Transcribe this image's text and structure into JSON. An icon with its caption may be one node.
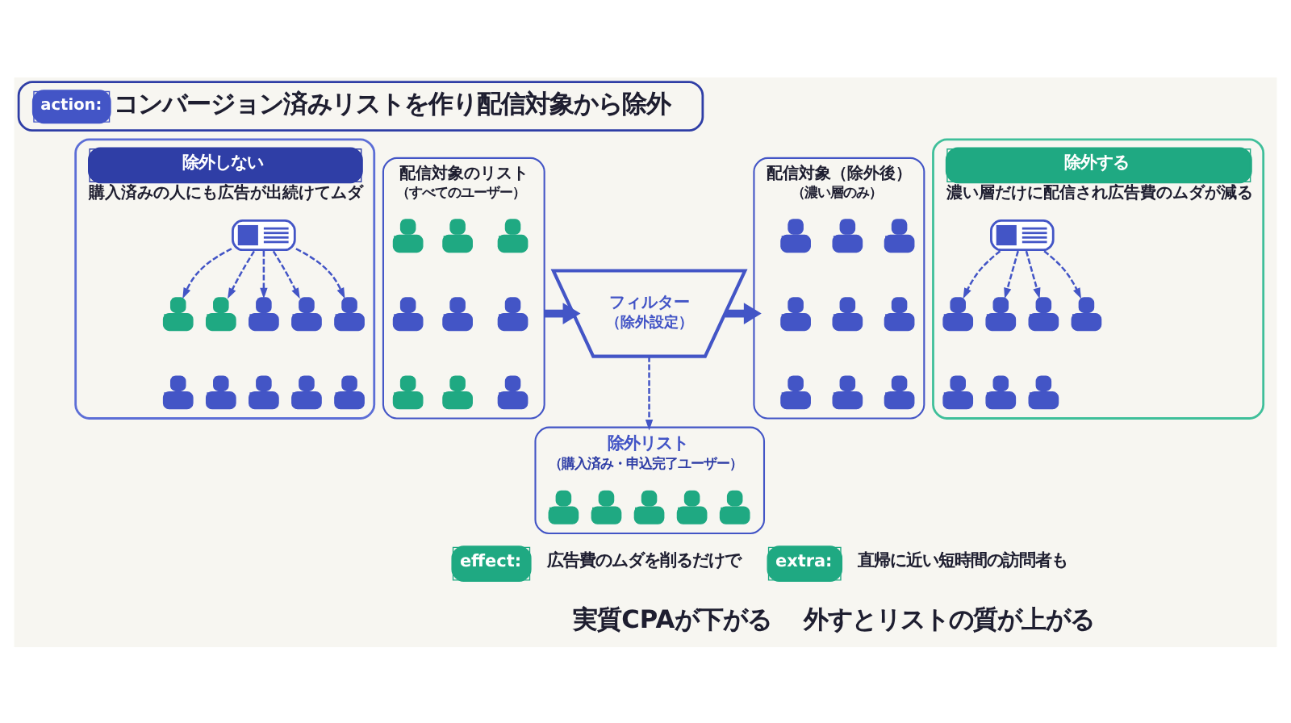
{
  "diagram": {
    "nodes": [
      {
        "text": [
          "action:",
          "コンバージョン済みリストを作り配信対象から除外"
        ]
      },
      {
        "text": [
          "除外しない",
          "購入済みの人にも広告が出続けてムダ"
        ]
      },
      {
        "text": [],
        "shape": "picture",
        "in": 1
      },
      {
        "text": [],
        "shape": "person",
        "in": 1
      },
      {
        "text": [],
        "shape": "person",
        "in": 1
      },
      {
        "text": [],
        "shape": "person",
        "in": 1
      },
      {
        "text": [],
        "shape": "person",
        "in": 1
      },
      {
        "text": [],
        "shape": "person",
        "in": 1
      },
      {
        "text": [],
        "shape": "person",
        "in": 1
      },
      {
        "text": [],
        "shape": "person",
        "in": 1
      },
      {
        "text": [],
        "shape": "person",
        "in": 1
      },
      {
        "text": [],
        "shape": "person",
        "in": 1
      },
      {
        "text": [],
        "shape": "person",
        "in": 1
      },
      {
        "text": [
          "配信対象のリスト",
          "（すべてのユーザー）"
        ]
      },
      {
        "text": [],
        "shape": "person",
        "in": 13
      },
      {
        "text": [],
        "shape": "person",
        "in": 13
      },
      {
        "text": [],
        "shape": "person",
        "in": 13
      },
      {
        "text": [],
        "shape": "person",
        "in": 13
      },
      {
        "text": [],
        "shape": "person",
        "in": 13
      },
      {
        "text": [],
        "shape": "person",
        "in": 13
      },
      {
        "text": [],
        "shape": "person",
        "in": 13
      },
      {
        "text": [],
        "shape": "person",
        "in": 13
      },
      {
        "text": [],
        "shape": "person",
        "in": 13
      },
      {
        "text": [
          "フィルター",
          "（除外設定）"
        ]
      },
      {
        "text": [
          "配信対象（除外後）",
          "（濃い層のみ）"
        ]
      },
      {
        "text": [],
        "shape": "person",
        "in": 24
      },
      {
        "text": [],
        "shape": "person",
        "in": 24
      },
      {
        "text": [],
        "shape": "person",
        "in": 24
      },
      {
        "text": [],
        "shape": "person",
        "in": 24
      },
      {
        "text": [],
        "shape": "person",
        "in": 24
      },
      {
        "text": [],
        "shape": "person",
        "in": 24
      },
      {
        "text": [],
        "shape": "person",
        "in": 24
      },
      {
        "text": [],
        "shape": "person",
        "in": 24
      },
      {
        "text": [],
        "shape": "person",
        "in": 24
      },
      {
        "text": [
          "除外リスト",
          "（購入済み・申込完了ユーザー）"
        ]
      },
      {
        "text": [],
        "shape": "person",
        "in": 34
      },
      {
        "text": [],
        "shape": "person",
        "in": 34
      },
      {
        "text": [],
        "shape": "person",
        "in": 34
      },
      {
        "text": [],
        "shape": "person",
        "in": 34
      },
      {
        "text": [],
        "shape": "person",
        "in": 34
      },
      {
        "text": [
          "除外する",
          "濃い層だけに配信され広告費のムダが減る"
        ]
      },
      {
        "text": [],
        "shape": "picture",
        "in": 40
      },
      {
        "text": [],
        "shape": "person",
        "in": 40
      },
      {
        "text": [],
        "shape": "person",
        "in": 40
      },
      {
        "text": [],
        "shape": "person",
        "in": 40
      },
      {
        "text": [],
        "shape": "person",
        "in": 40
      },
      {
        "text": [],
        "shape": "person",
        "in": 40
      },
      {
        "text": [],
        "shape": "person",
        "in": 40
      },
      {
        "text": [],
        "shape": "person",
        "in": 40
      },
      {
        "text": [
          "effect:"
        ]
      },
      {
        "text": [
          "extra:"
        ]
      }
    ],
    "edges": [
      {
        "from": 2,
        "to": 3,
        "arrow": "to",
        "style": "dashed"
      },
      {
        "from": 2,
        "to": 4,
        "arrow": "to",
        "style": "dashed"
      },
      {
        "from": 2,
        "to": 5,
        "arrow": "to",
        "style": "dashed"
      },
      {
        "from": 2,
        "to": 6,
        "arrow": "to",
        "style": "dashed"
      },
      {
        "from": 2,
        "to": 7,
        "arrow": "to",
        "style": "dashed"
      },
      {
        "from": 13,
        "to": 23,
        "arrow": "to",
        "style": "thick"
      },
      {
        "from": 23,
        "to": 24,
        "arrow": "to",
        "style": "thick"
      },
      {
        "from": 23,
        "to": 34,
        "arrow": "to",
        "style": "dashed"
      },
      {
        "from": 41,
        "to": 42,
        "arrow": "to",
        "style": "dashed"
      },
      {
        "from": 41,
        "to": 43,
        "arrow": "to",
        "style": "dashed"
      },
      {
        "from": 41,
        "to": 44,
        "arrow": "to",
        "style": "dashed"
      },
      {
        "from": 41,
        "to": 45,
        "arrow": "to",
        "style": "dashed"
      }
    ],
    "labels": [
      "広告費のムダを削るだけで",
      "実質CPAが下がる",
      "直帰に近い短時間の訪問者も",
      "外すとリストの質が上がる"
    ]
  }
}
